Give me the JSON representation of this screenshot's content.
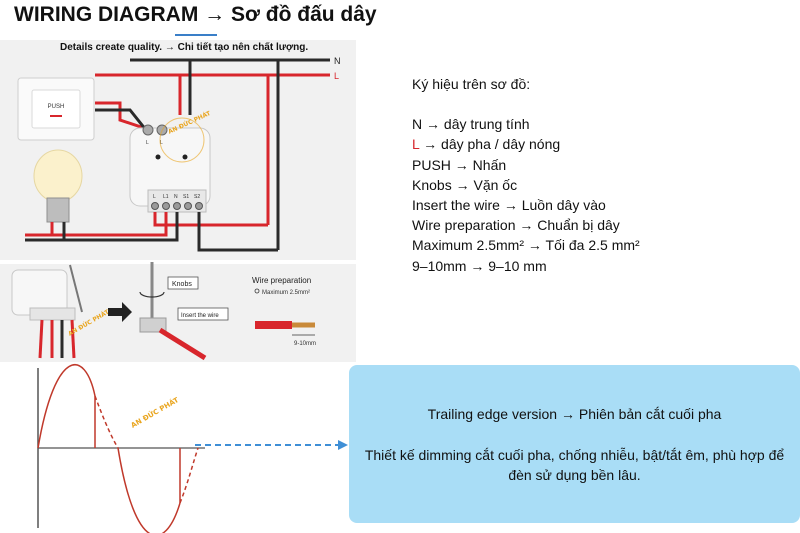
{
  "header": {
    "title": "WIRING DIAGRAM → Sơ đồ đấu dây",
    "subtitle": "Details create quality. → Chi tiết tạo nên chất lượng."
  },
  "diagram": {
    "line_n": "N",
    "line_l": "L",
    "switch_label": "PUSH",
    "terminal_labels": [
      "L",
      "L1",
      "N",
      "S1",
      "S2"
    ],
    "dimmer_top_labels": [
      "L",
      "L"
    ],
    "knobs_label": "Knobs",
    "insert_label": "Insert the wire",
    "wire_prep_title": "Wire preparation",
    "wire_prep_max": "Maximum 2.5mm²",
    "wire_prep_len": "9-10mm",
    "watermark": "AN ĐỨC PHÁT",
    "colors": {
      "red_wire": "#d8262c",
      "black_wire": "#2a2a2a",
      "arrow": "#3f8fd6",
      "wave": "#c0392b"
    }
  },
  "legend": {
    "heading": "Ký hiệu trên sơ đồ:",
    "items": [
      {
        "key": "N",
        "text": "→ dây trung tính"
      },
      {
        "key": "L",
        "text": "→ dây pha / dây nóng"
      },
      {
        "key": "PUSH",
        "text": "→ Nhấn"
      },
      {
        "key": "Knobs",
        "text": "→ Vặn ốc"
      },
      {
        "key": "Insert the wire",
        "text": "→ Luồn dây vào"
      },
      {
        "key": "Wire preparation",
        "text": "→ Chuẩn bị dây"
      },
      {
        "key": "Maximum 2.5mm²",
        "text": "→ Tối đa 2.5 mm²"
      },
      {
        "key": "9–10mm",
        "text": "→ 9–10 mm"
      }
    ]
  },
  "info": {
    "line1": "Trailing edge version → Phiên bản cắt cuối pha",
    "line2": "Thiết kế dimming cắt cuối pha, chống nhiễu, bật/tắt êm, phù hợp để đèn sử dụng bền lâu."
  }
}
